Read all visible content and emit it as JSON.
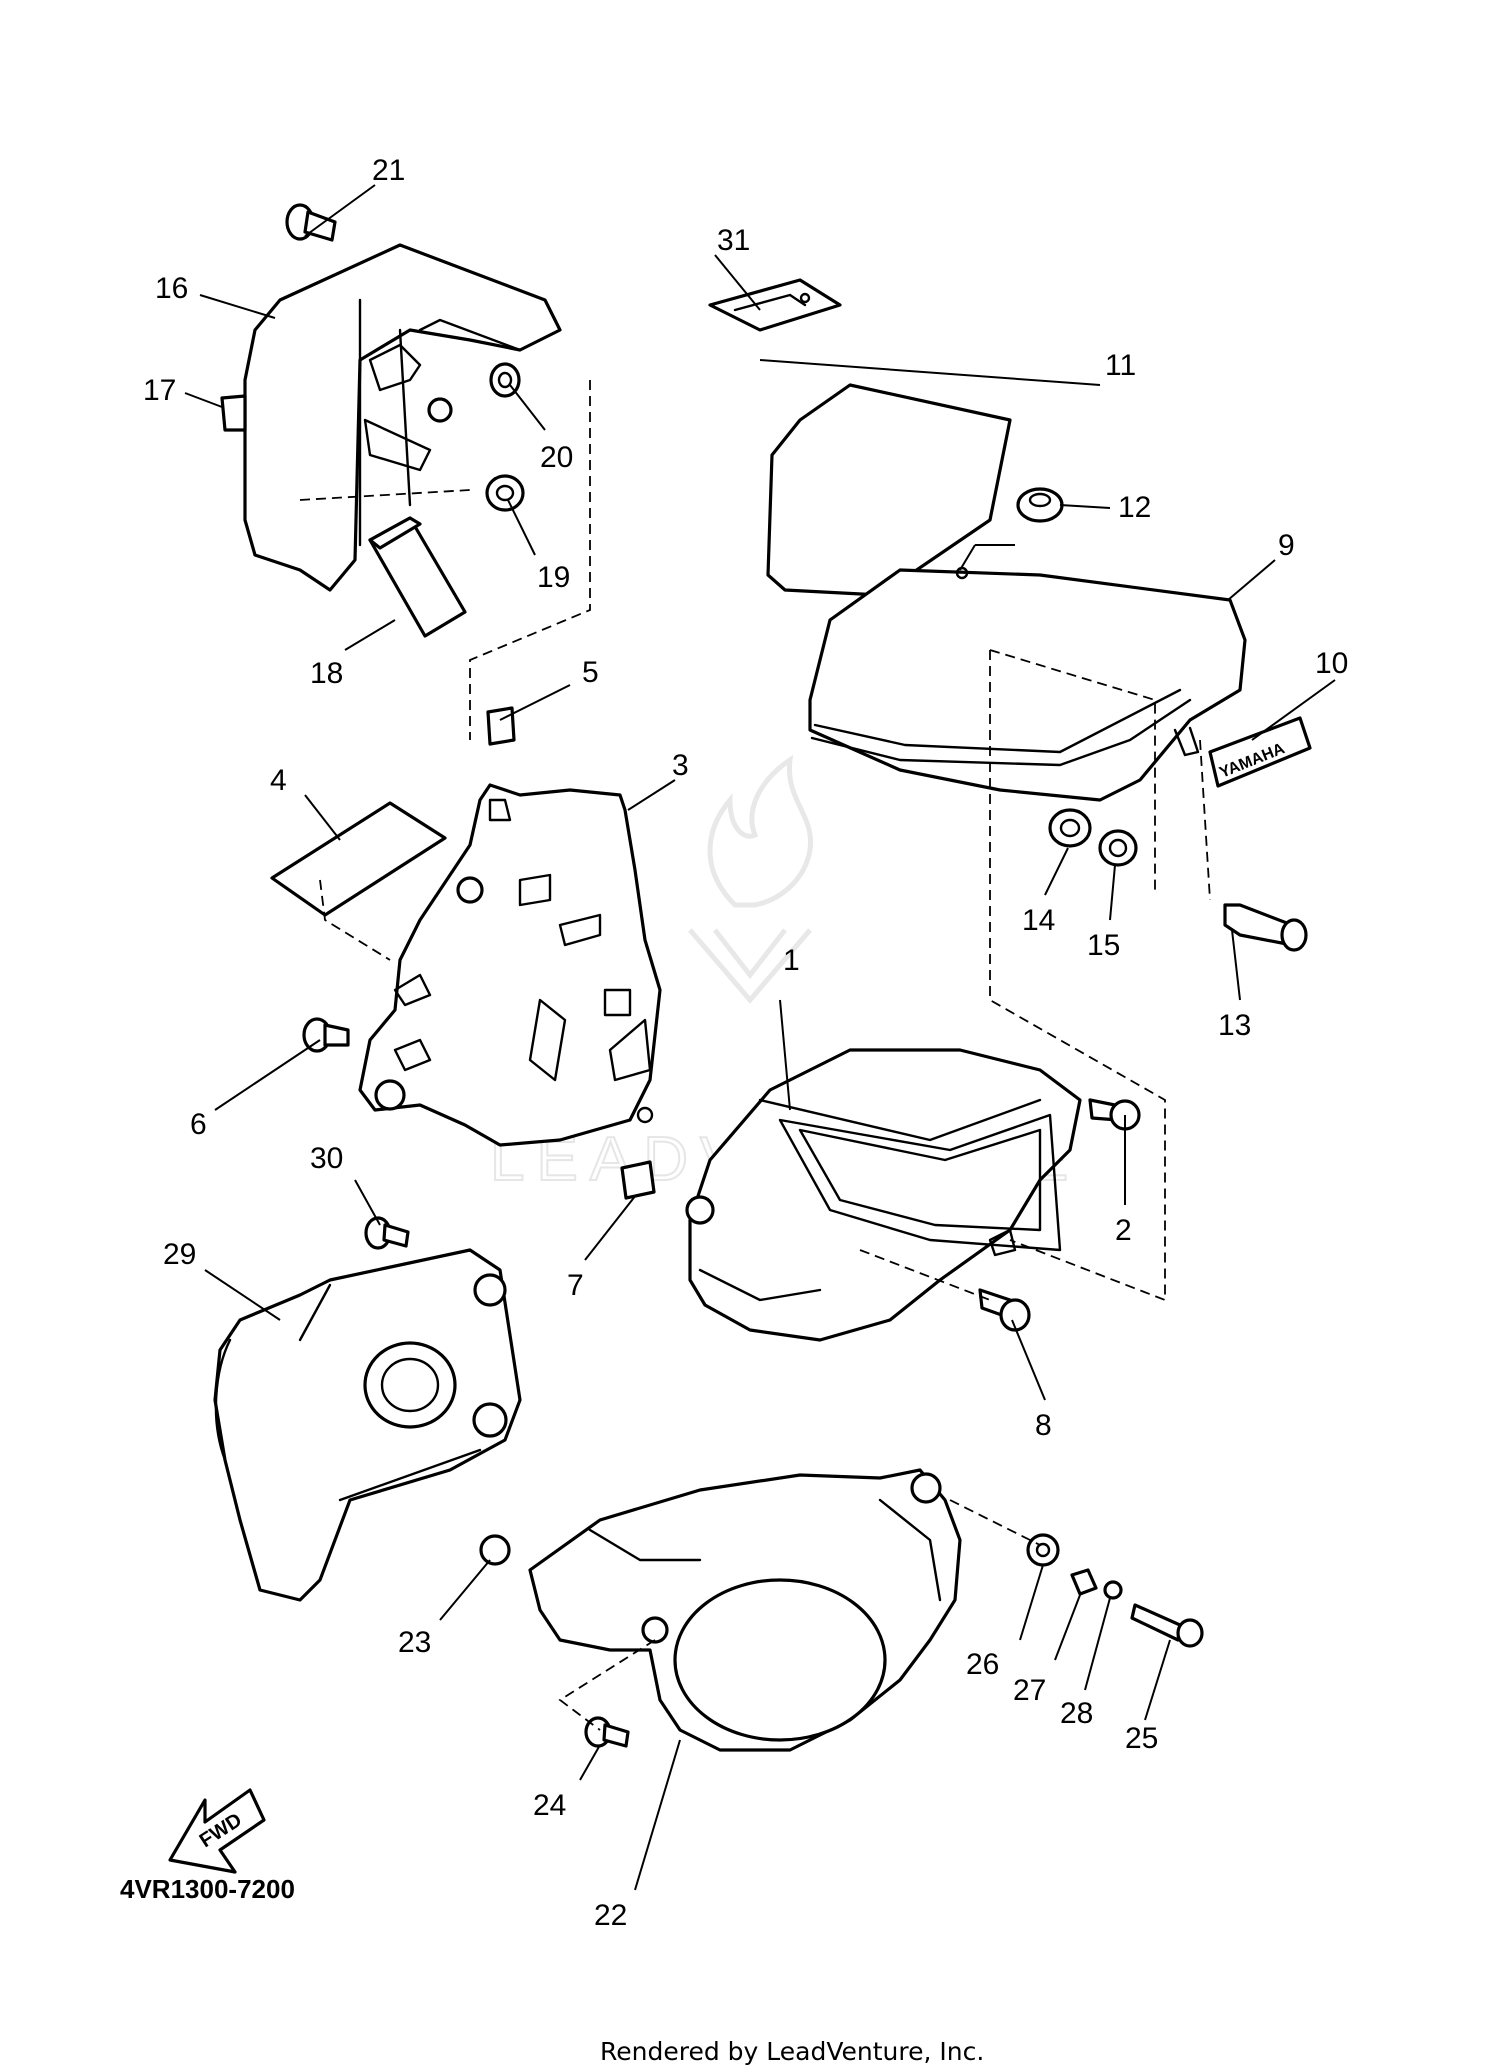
{
  "diagram": {
    "callouts": [
      "1",
      "2",
      "3",
      "4",
      "5",
      "6",
      "7",
      "8",
      "9",
      "10",
      "11",
      "12",
      "13",
      "14",
      "15",
      "16",
      "17",
      "18",
      "19",
      "20",
      "21",
      "22",
      "23",
      "24",
      "25",
      "26",
      "27",
      "28",
      "29",
      "30",
      "31"
    ],
    "decal_text": "YAMAHA",
    "watermark_text": "LEADVENTURE",
    "fwd_label": "FWD",
    "diagram_code": "4VR1300-7200",
    "footer_text": "Rendered by LeadVenture, Inc."
  }
}
